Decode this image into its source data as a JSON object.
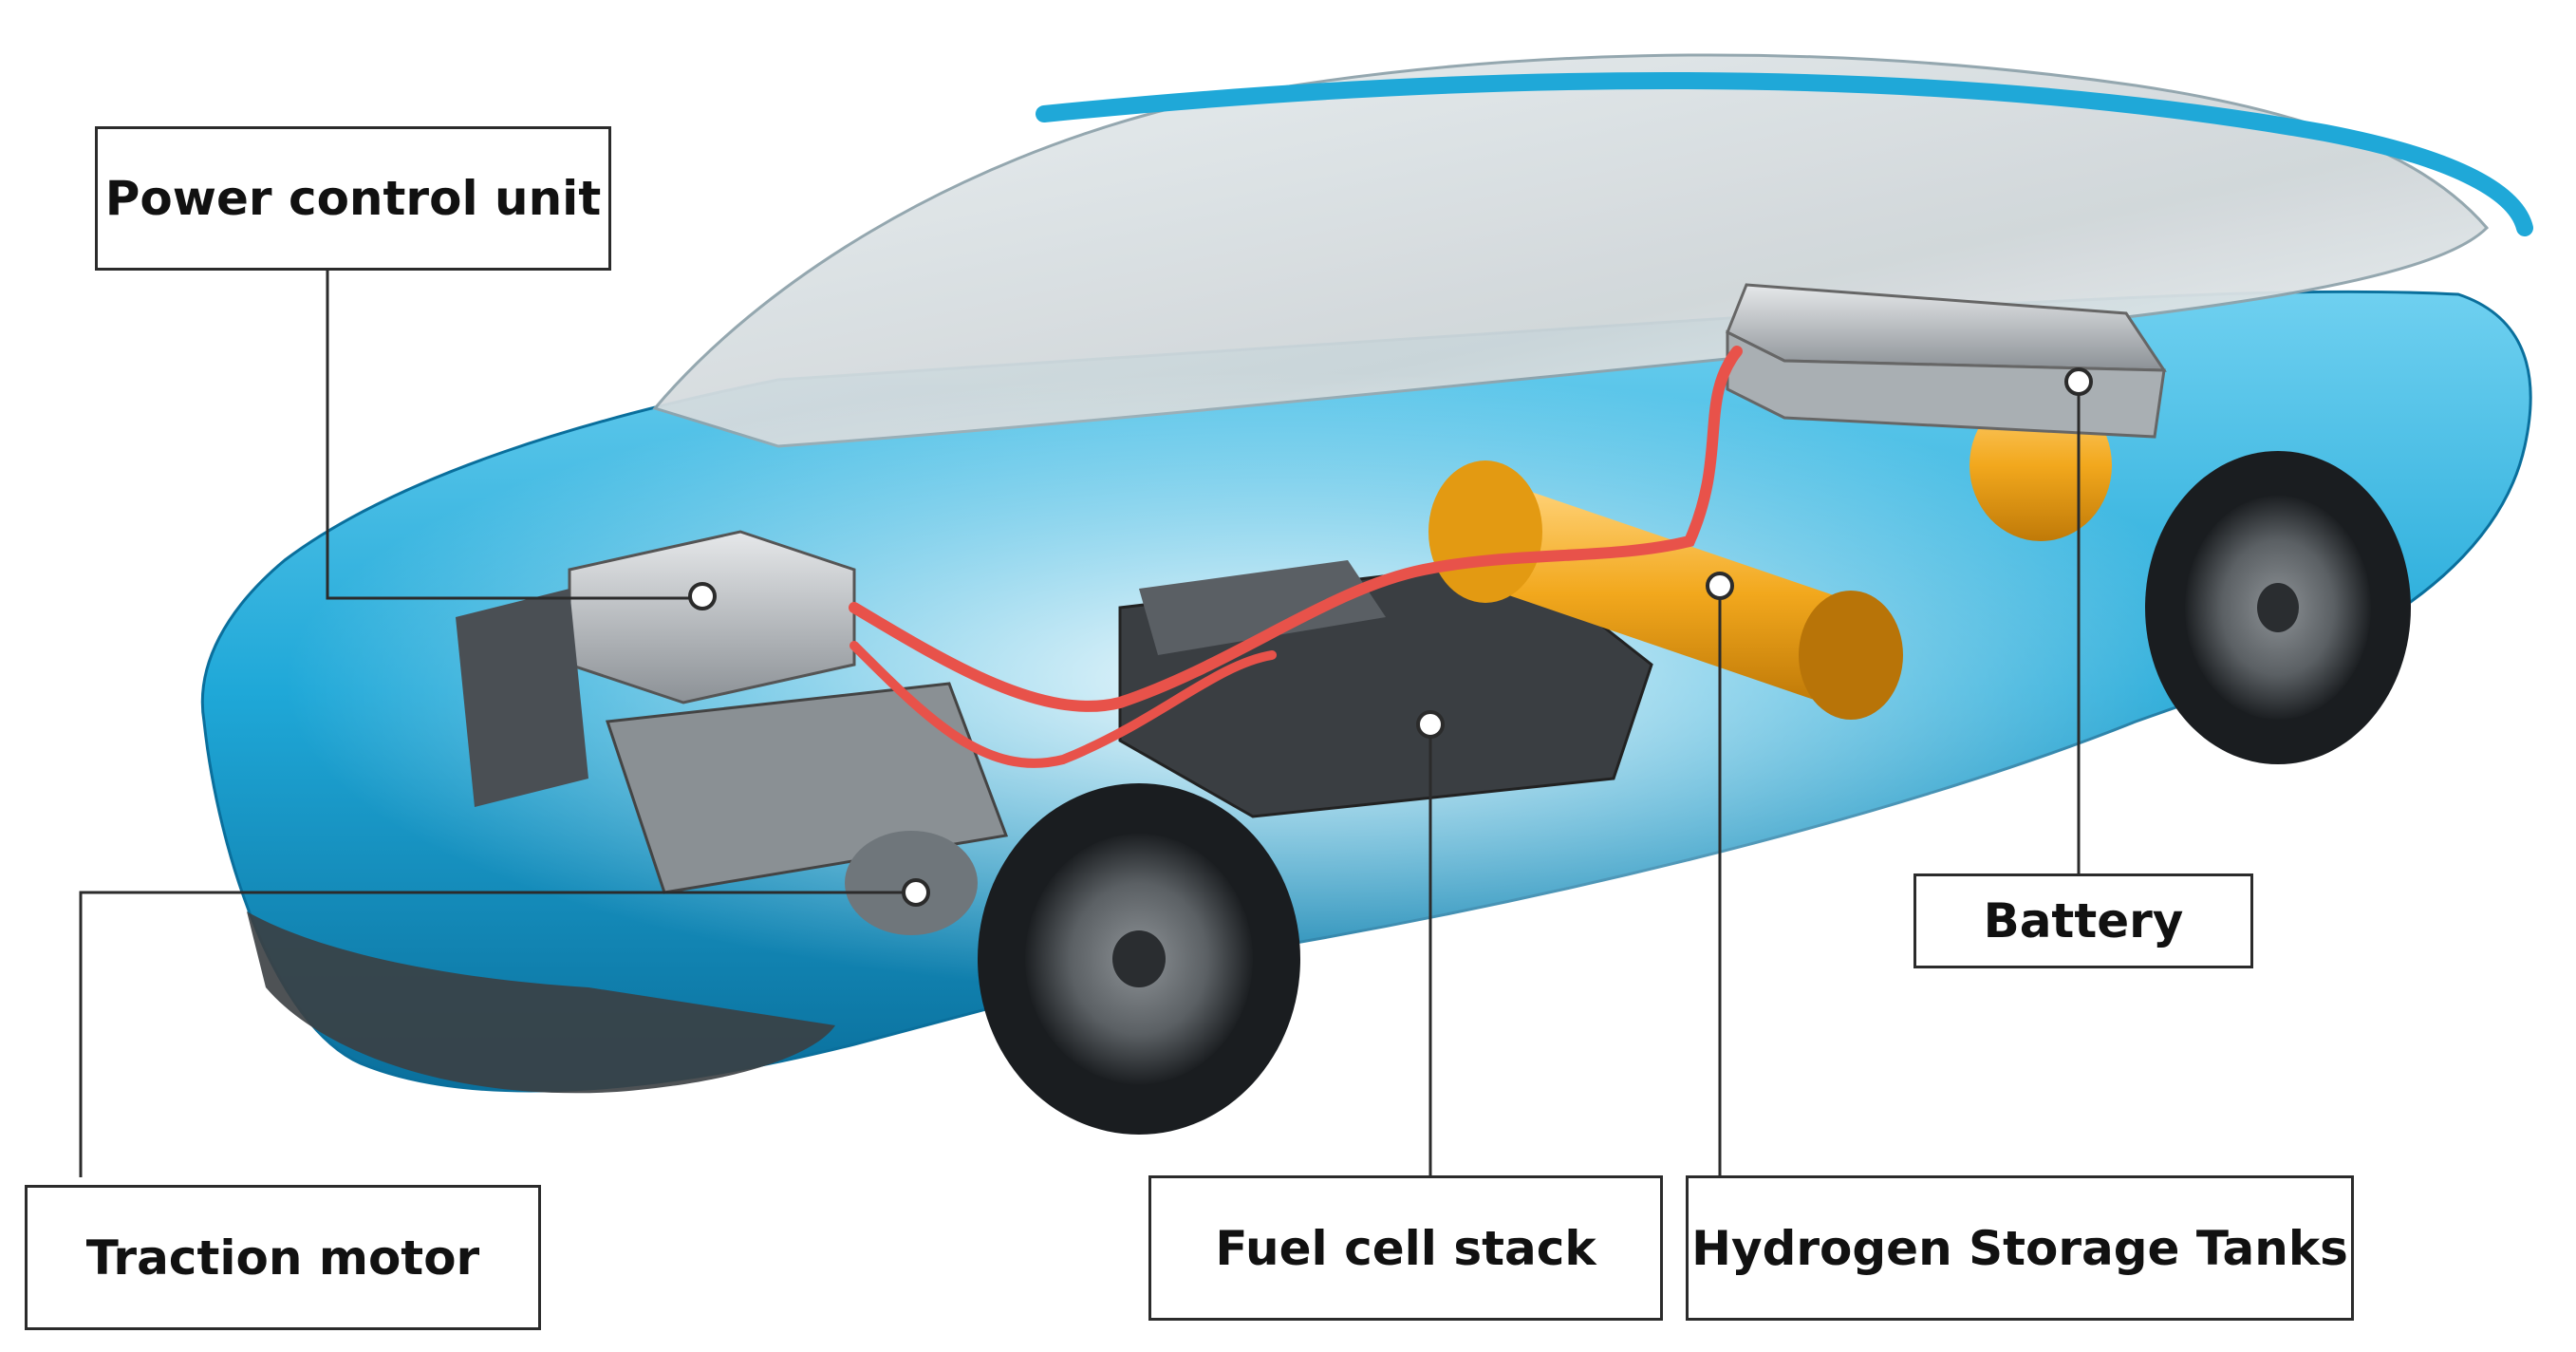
{
  "colors": {
    "body_paint": "#1fa8d8",
    "body_paint_dark": "#0a6f9c",
    "glass": "#d9e0e3",
    "hydrogen_tank": "#f2a81d",
    "hv_cable": "#e8524a",
    "battery_casing": "#c9c9c9",
    "leader_line": "#2b2b2b",
    "label_border": "#2b2b2b"
  },
  "labels": {
    "power_control_unit": "Power control unit",
    "traction_motor": "Traction motor",
    "fuel_cell_stack": "Fuel cell stack",
    "hydrogen_storage_tanks": "Hydrogen Storage Tanks",
    "battery": "Battery"
  },
  "illustration": {
    "subject": "cutaway fuel cell electric car",
    "icons": [
      "car-body-icon",
      "wheel-icon",
      "hydrogen-tank-icon",
      "battery-pack-icon",
      "fuel-cell-stack-icon",
      "power-control-unit-icon",
      "traction-motor-icon",
      "cable-icon"
    ]
  }
}
